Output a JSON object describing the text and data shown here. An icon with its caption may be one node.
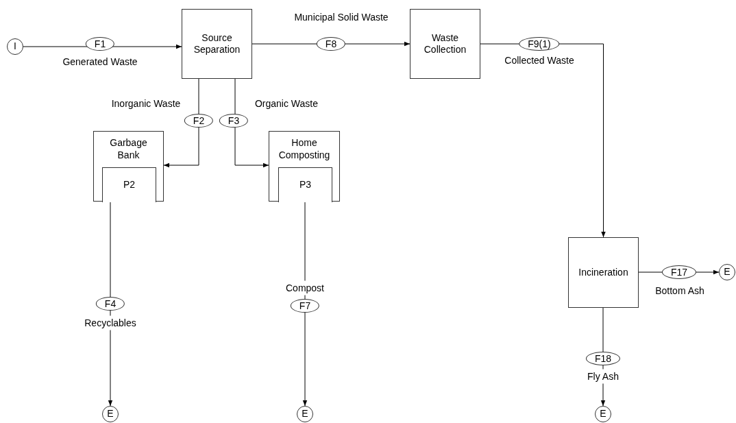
{
  "diagram": {
    "nodes": [
      {
        "text": [
          "I"
        ]
      },
      {
        "text": [
          "Source Separation"
        ]
      },
      {
        "text": [
          "Waste Collection"
        ]
      },
      {
        "text": [
          "Garbage Bank"
        ]
      },
      {
        "text": [
          "P2"
        ],
        "in": 3
      },
      {
        "text": [
          "Home Composting"
        ]
      },
      {
        "text": [
          "P3"
        ],
        "in": 5
      },
      {
        "text": [
          "Incineration"
        ]
      },
      {
        "text": [
          "E"
        ]
      },
      {
        "text": [
          "E"
        ]
      },
      {
        "text": [
          "E"
        ]
      },
      {
        "text": [
          "E"
        ]
      }
    ],
    "edges": [
      {
        "from": 0,
        "to": 1,
        "arrow": "to",
        "label": "F1"
      },
      {
        "from": 1,
        "to": 2,
        "arrow": "to",
        "label": "F8"
      },
      {
        "from": 1,
        "to": 3,
        "arrow": "to",
        "label": "F2"
      },
      {
        "from": 1,
        "to": 5,
        "arrow": "to",
        "label": "F3"
      },
      {
        "from": 2,
        "to": 7,
        "arrow": "to",
        "label": "F9(1)"
      },
      {
        "from": 3,
        "to": 8,
        "arrow": "to",
        "label": "F4"
      },
      {
        "from": 5,
        "to": 9,
        "arrow": "to",
        "label": "F7"
      },
      {
        "from": 7,
        "to": 10,
        "arrow": "to",
        "label": "F17"
      },
      {
        "from": 7,
        "to": 11,
        "arrow": "to",
        "label": "F18"
      }
    ],
    "labels": [
      "Municipal Solid Waste",
      "Generated Waste",
      "Collected Waste",
      "Inorganic Waste",
      "Organic Waste",
      "Compost",
      "Recyclables",
      "Bottom Ash",
      "Fly Ash"
    ]
  }
}
